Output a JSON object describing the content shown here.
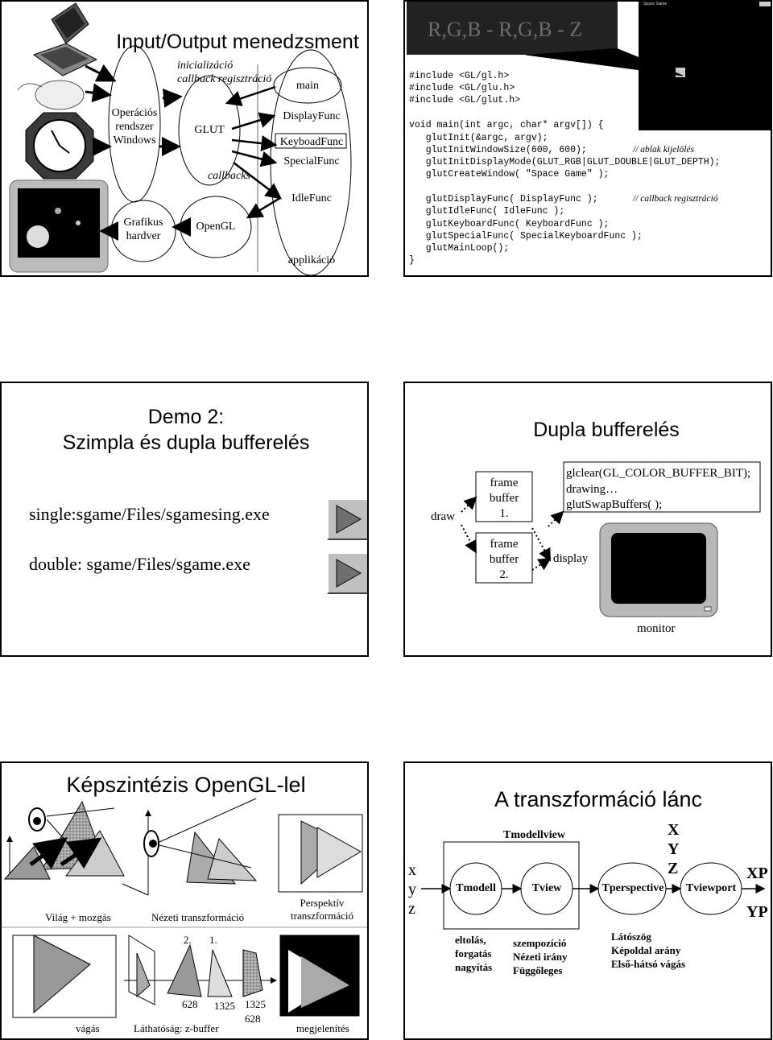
{
  "slide1": {
    "title": "Input/Output menedzsment",
    "os_label": "Operációs rendszer Windows",
    "hw_label": "Grafikus hardver",
    "glut": "GLUT",
    "opengl": "OpenGL",
    "init_label_1": "inicializáció",
    "init_label_2": "callback regisztráció",
    "callbacks": "callbacks",
    "main": "main",
    "display_func": "DisplayFunc",
    "keyboard_func": "KeyboadFunc",
    "special_func": "SpecialFunc",
    "idle_func": "IdleFunc",
    "app": "applikáció"
  },
  "slide2": {
    "title": "R,G,B - R,G,B - Z",
    "window_title": "Space Game",
    "code": {
      "l1": "#include <GL/gl.h>",
      "l2": "#include <GL/glu.h>",
      "l3": "#include <GL/glut.h>",
      "l4": "void main(int argc, char* argv[]) {",
      "l5": "   glutInit(&argc, argv);",
      "l6": "   glutInitWindowSize(600, 600);",
      "l6c": "// ablak kijelölés",
      "l7": "   glutInitDisplayMode(GLUT_RGB|GLUT_DOUBLE|GLUT_DEPTH);",
      "l8": "   glutCreateWindow( \"Space Game\" );",
      "l9": "   glutDisplayFunc( DisplayFunc );",
      "l9c": "// callback regisztráció",
      "l10": "   glutIdleFunc( IdleFunc );",
      "l11": "   glutKeyboardFunc( KeyboardFunc );",
      "l12": "   glutSpecialFunc( SpecialKeyboardFunc );",
      "l13": "   glutMainLoop();",
      "l14": "}"
    }
  },
  "slide3": {
    "title_1": "Demo 2:",
    "title_2": "Szimpla és dupla bufferelés",
    "single": "single:sgame/Files/sgamesing.exe",
    "double": "double: sgame/Files/sgame.exe"
  },
  "slide4": {
    "title": "Dupla bufferelés",
    "draw": "draw",
    "fb1_1": "frame",
    "fb1_2": "buffer",
    "fb1_3": "1.",
    "fb2_1": "frame",
    "fb2_2": "buffer",
    "fb2_3": "2.",
    "display": "display",
    "box_1": "glclear(GL_COLOR_BUFFER_BIT);",
    "box_2": "drawing…",
    "box_3": "glutSwapBuffers( );",
    "monitor": "monitor"
  },
  "slide5": {
    "title": "Képszintézis OpenGL-lel",
    "vilag": "Világ + mozgás",
    "nezeti": "Nézeti transzformáció",
    "persp_1": "Perspektív",
    "persp_2": "transzformáció",
    "vagas": "vágás",
    "lathatosag": "Láthatóság: z-buffer",
    "megjelenites": "megjelenítés",
    "z2": "2.",
    "z1": "1.",
    "n628a": "628",
    "n1325a": "1325",
    "n1325b": "1325",
    "n628b": "628"
  },
  "slide6": {
    "title": "A transzformáció lánc",
    "x": "x",
    "y": "y",
    "z": "z",
    "tmodellview": "Tmodellview",
    "tmodell": "Tmodell",
    "tview": "Tview",
    "tpersp": "Tperspective",
    "tviewport": "Tviewport",
    "X": "X",
    "Y": "Y",
    "Z": "Z",
    "XP": "XP",
    "YP": "YP",
    "d1_1": "eltolás,",
    "d1_2": "forgatás",
    "d1_3": "nagyítás",
    "d2_1": "szempozíció",
    "d2_2": "Nézeti irány",
    "d2_3": "Függőleges",
    "d3_1": "Látószög",
    "d3_2": "Képoldal arány",
    "d3_3": "Első-hátsó vágás"
  }
}
